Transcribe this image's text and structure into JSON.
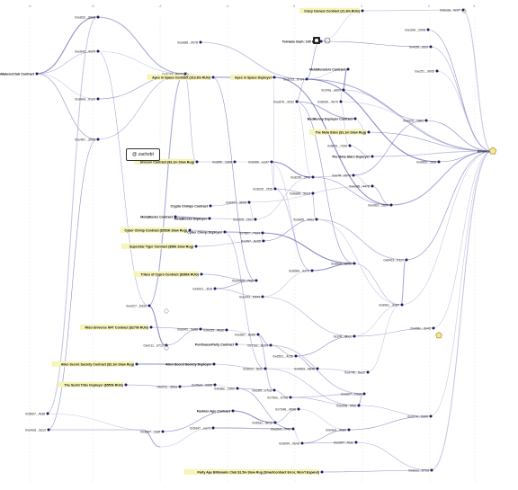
{
  "annotation": {
    "label": "@ zachxbt"
  },
  "axis_ticks": [
    {
      "label": "-4"
    },
    {
      "label": "-3"
    },
    {
      "label": "-2"
    },
    {
      "label": "-1"
    },
    {
      "label": "0"
    },
    {
      "label": "1"
    },
    {
      "label": "2"
    },
    {
      "label": "3"
    }
  ],
  "nodes": [
    {
      "id": "n0",
      "label": "CryptoMakensClub Contract",
      "bold": true,
      "hl": false
    },
    {
      "id": "n1",
      "label": "0xe832...90e8",
      "bold": false,
      "hl": false
    },
    {
      "id": "n2",
      "label": "0xe843...4379",
      "bold": false,
      "hl": false
    },
    {
      "id": "n3",
      "label": "0xd49d...01e0",
      "bold": false,
      "hl": false
    },
    {
      "id": "n4",
      "label": "0xe467...3550",
      "bold": false,
      "hl": false
    },
    {
      "id": "n5",
      "label": "0xe688...4078",
      "bold": false,
      "hl": false
    },
    {
      "id": "n6",
      "label": "0x4ca3...4177",
      "bold": false,
      "hl": false
    },
    {
      "id": "n7",
      "label": "Apes in Space Contract (313.8m RUG)",
      "bold": true,
      "hl": true
    },
    {
      "id": "n8",
      "label": "Apes in Space Deployer",
      "bold": true,
      "hl": true
    },
    {
      "id": "n9",
      "label": "0xd025...ff7d4",
      "bold": false,
      "hl": false
    },
    {
      "id": "n10",
      "label": "Tornado Cash: 100 ETH",
      "bold": true,
      "hl": false
    },
    {
      "id": "n11",
      "label": "Crazy Camels Contract (21.8m RUG)",
      "bold": true,
      "hl": true
    },
    {
      "id": "n12",
      "label": "0xbeda...4e07",
      "bold": false,
      "hl": false
    },
    {
      "id": "n13",
      "label": "0xe3d9...2008",
      "bold": false,
      "hl": false
    },
    {
      "id": "n14",
      "label": "0x41f5...331f",
      "bold": false,
      "hl": false
    },
    {
      "id": "n15",
      "label": "0xe2f1...9095",
      "bold": false,
      "hl": false
    },
    {
      "id": "n16",
      "label": "MetaMonsters Contract",
      "bold": true,
      "hl": false
    },
    {
      "id": "n17",
      "label": "0x1f4a...a609",
      "bold": false,
      "hl": false
    },
    {
      "id": "n18",
      "label": "0x8d3b...4b70",
      "bold": false,
      "hl": false
    },
    {
      "id": "n19",
      "label": "0xe025...7ab1",
      "bold": false,
      "hl": false
    },
    {
      "id": "n20",
      "label": "0xe876...3932",
      "bold": false,
      "hl": false
    },
    {
      "id": "n21",
      "label": "BedBunny Deployer Contract",
      "bold": true,
      "hl": false
    },
    {
      "id": "n22",
      "label": "The Meta Stars ($1.1m Slow Rug)",
      "bold": true,
      "hl": true
    },
    {
      "id": "n23",
      "label": "0xf876...7206",
      "bold": false,
      "hl": false
    },
    {
      "id": "n24",
      "label": "The Meta Stars Deployer",
      "bold": true,
      "hl": false
    },
    {
      "id": "n25",
      "label": "Binance",
      "bold": true,
      "hl": false
    },
    {
      "id": "n26",
      "label": "Unicorn Contract ($3.1m Slow Rug)",
      "bold": true,
      "hl": true
    },
    {
      "id": "n27",
      "label": "0xd5fb...1d98",
      "bold": false,
      "hl": false
    },
    {
      "id": "n28",
      "label": "0x9d9b...eed7",
      "bold": false,
      "hl": false
    },
    {
      "id": "n29",
      "label": "0xd963...1f26",
      "bold": false,
      "hl": false
    },
    {
      "id": "n30",
      "label": "0xd29b...2f4d",
      "bold": false,
      "hl": false
    },
    {
      "id": "n31",
      "label": "0xe7ff...0076",
      "bold": false,
      "hl": false
    },
    {
      "id": "n32",
      "label": "0xe0d5...4478",
      "bold": false,
      "hl": false
    },
    {
      "id": "n33",
      "label": "0xe063...1604",
      "bold": false,
      "hl": false
    },
    {
      "id": "n34",
      "label": "0x3025...2f35",
      "bold": false,
      "hl": false
    },
    {
      "id": "n35",
      "label": "0x6a68...3ee3",
      "bold": false,
      "hl": false
    },
    {
      "id": "n36",
      "label": "Crypto Chimps Contract",
      "bold": true,
      "hl": false
    },
    {
      "id": "n37",
      "label": "0x6447...3b08",
      "bold": false,
      "hl": false
    },
    {
      "id": "n38",
      "label": "MetaBlocks Contract",
      "bold": true,
      "hl": false
    },
    {
      "id": "n39",
      "label": "MetaBlocks Deployer",
      "bold": true,
      "hl": false
    },
    {
      "id": "n40",
      "label": "0x2025...1f21",
      "bold": false,
      "hl": false
    },
    {
      "id": "n41",
      "label": "Cyber Chimp Contract ($553K Slow Rug)",
      "bold": true,
      "hl": true
    },
    {
      "id": "n42",
      "label": "Cyber Chimp Deployer",
      "bold": true,
      "hl": false
    },
    {
      "id": "n43",
      "label": "0x7807...74d4",
      "bold": false,
      "hl": false
    },
    {
      "id": "n44",
      "label": "0x1f97...6e65",
      "bold": false,
      "hl": false
    },
    {
      "id": "n45",
      "label": "Superstar Tiger Contract ($58k Slow Rug)",
      "bold": true,
      "hl": true
    },
    {
      "id": "n46",
      "label": "0xd965...4001",
      "bold": false,
      "hl": false
    },
    {
      "id": "n47",
      "label": "0x6403...0117",
      "bold": false,
      "hl": false
    },
    {
      "id": "n48",
      "label": "Tribes of Cypro Contract ($386k RUG)",
      "bold": true,
      "hl": true
    },
    {
      "id": "n49",
      "label": "0xe0425...7fad",
      "bold": false,
      "hl": false
    },
    {
      "id": "n50",
      "label": "0xd001...3fc8",
      "bold": false,
      "hl": false
    },
    {
      "id": "n51",
      "label": "0xe443...5d44",
      "bold": false,
      "hl": false
    },
    {
      "id": "n52",
      "label": "0xd084...4370",
      "bold": false,
      "hl": false
    },
    {
      "id": "n53",
      "label": "0xd6e6...a002",
      "bold": false,
      "hl": false
    },
    {
      "id": "n54",
      "label": "0xd0bc...d207",
      "bold": false,
      "hl": false
    },
    {
      "id": "n55",
      "label": "0xe027...6d3d",
      "bold": false,
      "hl": false
    },
    {
      "id": "n56",
      "label": "Miso Universe NFT Contract ($270k RUG)",
      "bold": true,
      "hl": true
    },
    {
      "id": "n57",
      "label": "0xa341...3a88",
      "bold": false,
      "hl": false
    },
    {
      "id": "n58",
      "label": "0xbe55...4bd2",
      "bold": false,
      "hl": false
    },
    {
      "id": "n59",
      "label": "0xe011...9712",
      "bold": false,
      "hl": false
    },
    {
      "id": "n60",
      "label": "0xe687...8e89",
      "bold": false,
      "hl": false
    },
    {
      "id": "n61",
      "label": "PenthouseParty Contract",
      "bold": true,
      "hl": false
    },
    {
      "id": "n62",
      "label": "0x71ac...8e24",
      "bold": false,
      "hl": false
    },
    {
      "id": "n63",
      "label": "Alien Secret Society Contract ($2.1m Slow Rug)",
      "bold": true,
      "hl": true
    },
    {
      "id": "n64",
      "label": "Alien Secret Society Deployer",
      "bold": true,
      "hl": false
    },
    {
      "id": "n65",
      "label": "0xd5b1...4c3b",
      "bold": false,
      "hl": false
    },
    {
      "id": "n66",
      "label": "0x5022...5ef1",
      "bold": false,
      "hl": false
    },
    {
      "id": "n67",
      "label": "0x4d93...9848",
      "bold": false,
      "hl": false
    },
    {
      "id": "n68",
      "label": "The Sushi Tribe Deployer ($550k RUG)",
      "bold": true,
      "hl": true
    },
    {
      "id": "n69",
      "label": "0xe011...360a",
      "bold": false,
      "hl": false
    },
    {
      "id": "n70",
      "label": "0x35e6...3dd5",
      "bold": false,
      "hl": false
    },
    {
      "id": "n71",
      "label": "0xbd6e...2d00",
      "bold": false,
      "hl": false
    },
    {
      "id": "n72",
      "label": "0xd74b...6ee2",
      "bold": false,
      "hl": false
    },
    {
      "id": "n73",
      "label": "0x1f4f...8bcc",
      "bold": false,
      "hl": false
    },
    {
      "id": "n74",
      "label": "0xe3f0...e7ca",
      "bold": false,
      "hl": false
    },
    {
      "id": "n75",
      "label": "0x70be...b7b8",
      "bold": false,
      "hl": false
    },
    {
      "id": "n76",
      "label": "Fashion Ape Contract",
      "bold": true,
      "hl": false
    },
    {
      "id": "n77",
      "label": "0x5d47...ea73",
      "bold": false,
      "hl": false
    },
    {
      "id": "n78",
      "label": "0x95ac...de12",
      "bold": false,
      "hl": false
    },
    {
      "id": "n79",
      "label": "0x7348...4b68",
      "bold": false,
      "hl": false
    },
    {
      "id": "n80",
      "label": "0xb4e9...9080",
      "bold": false,
      "hl": false
    },
    {
      "id": "n81",
      "label": "0xe008...0f02",
      "bold": false,
      "hl": false
    },
    {
      "id": "n82",
      "label": "0xe627...2da8",
      "bold": false,
      "hl": false
    },
    {
      "id": "n83",
      "label": "0xe68c...3e42",
      "bold": false,
      "hl": false
    },
    {
      "id": "n84",
      "label": "0xd27e...2a00",
      "bold": false,
      "hl": false
    },
    {
      "id": "n85",
      "label": "0xe2e0...7f45",
      "bold": false,
      "hl": false
    },
    {
      "id": "n86",
      "label": "0xd094...0b4d",
      "bold": false,
      "hl": false
    },
    {
      "id": "n87",
      "label": "0xe007...f2ae",
      "bold": false,
      "hl": false
    },
    {
      "id": "n88",
      "label": "Party Ape Billionaire Club $1.5m Slow Rug (Smartcontract Error, Won't Expand)",
      "bold": true,
      "hl": true
    },
    {
      "id": "n89",
      "label": "0xdeec...b72d",
      "bold": false,
      "hl": false
    },
    {
      "id": "n90",
      "label": "0x5607...f6d8",
      "bold": false,
      "hl": false
    },
    {
      "id": "n91",
      "label": "0xe0e8...3a12",
      "bold": false,
      "hl": false
    },
    {
      "id": "n92",
      "label": "0x3697...2a6f",
      "bold": false,
      "hl": false
    }
  ]
}
